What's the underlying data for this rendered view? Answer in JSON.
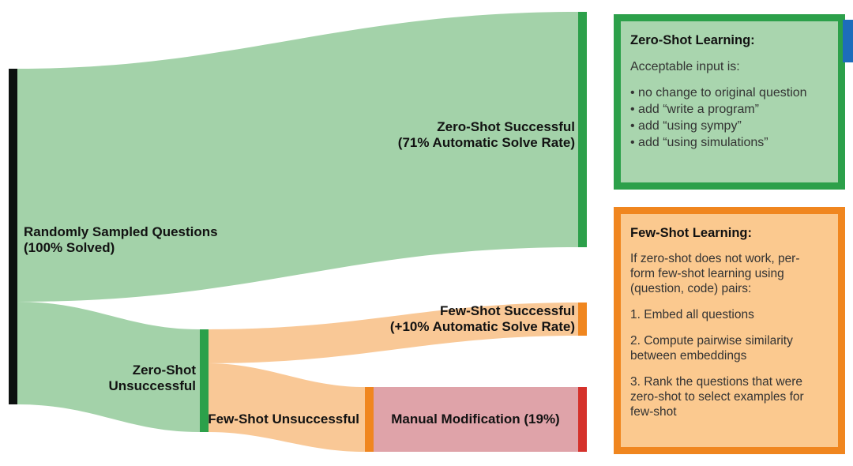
{
  "figure": {
    "type": "sankey",
    "source_node": {
      "label": "Randomly Sampled Questions\n(100% Solved)",
      "value_percent": 100
    },
    "flows": [
      {
        "from": "Randomly Sampled Questions",
        "to": "Zero-Shot Successful",
        "label": "Zero-Shot Successful\n(71% Automatic Solve Rate)",
        "value_percent": 71
      },
      {
        "from": "Randomly Sampled Questions",
        "to": "Zero-Shot Unsuccessful",
        "label": "Zero-Shot\nUnsuccessful"
      },
      {
        "from": "Zero-Shot Unsuccessful",
        "to": "Few-Shot Successful",
        "label": "Few-Shot Successful\n(+10% Automatic Solve Rate)",
        "value_percent": 10
      },
      {
        "from": "Zero-Shot Unsuccessful",
        "to": "Few-Shot Unsuccessful",
        "label": "Few-Shot Unsuccessful"
      },
      {
        "from": "Few-Shot Unsuccessful",
        "to": "Manual Modification",
        "label": "Manual Modification (19%)",
        "value_percent": 19
      }
    ]
  },
  "labels": {
    "source": "Randomly Sampled Questions\n(100% Solved)",
    "zero_shot_successful": "Zero-Shot Successful\n(71% Automatic Solve Rate)",
    "zero_shot_unsuccessful": "Zero-Shot\nUnsuccessful",
    "few_shot_successful": "Few-Shot Successful\n(+10% Automatic Solve Rate)",
    "few_shot_unsuccessful": "Few-Shot Unsuccessful",
    "manual_modification": "Manual Modification (19%)"
  },
  "zero_shot_box": {
    "title": "Zero-Shot Learning:",
    "intro": "Acceptable input is:",
    "bullets": [
      "• no change to original question",
      "• add “write a program”",
      "• add “using sympy”",
      "• add “using simulations”"
    ]
  },
  "few_shot_box": {
    "title": "Few-Shot Learning:",
    "intro": "If zero-shot does not work, per-\nform few-shot learning using\n(question, code) pairs:",
    "steps": [
      "1. Embed all questions",
      "2. Compute pairwise similarity\nbetween embeddings",
      "3. Rank the questions that were\nzero-shot to select examples for\nfew-shot"
    ]
  },
  "colors": {
    "flow_green": "#a3d2a9",
    "flow_orange": "#f9c896",
    "flow_pink": "#dfa3a9",
    "bar_black": "#0d1110",
    "bar_green": "#2ca04a",
    "bar_orange": "#f0861f",
    "bar_red": "#d5312b",
    "box_green_fill": "#a9d5ae",
    "box_green_border": "#2ca04a",
    "box_orange_fill": "#fbc98f",
    "box_orange_border": "#f0861f",
    "blue_tab": "#1d6dbc"
  }
}
